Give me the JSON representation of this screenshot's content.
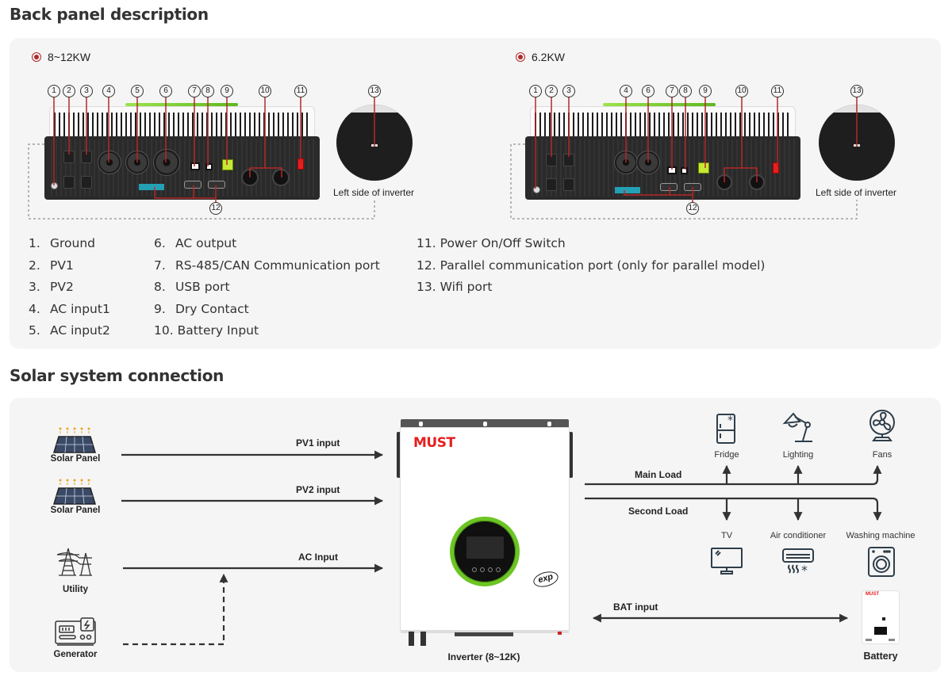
{
  "back_panel": {
    "title": "Back panel description",
    "models": [
      {
        "label": "8~12KW",
        "side_caption": "Left side of inverter",
        "badges": [
          "1",
          "2",
          "3",
          "4",
          "5",
          "6",
          "7",
          "8",
          "9",
          "10",
          "11",
          "12",
          "13"
        ]
      },
      {
        "label": "6.2KW",
        "side_caption": "Left side of inverter",
        "badges": [
          "1",
          "2",
          "3",
          "4",
          "6",
          "7",
          "8",
          "9",
          "10",
          "11",
          "12",
          "13"
        ]
      }
    ],
    "legend": {
      "col1": [
        {
          "num": "1.",
          "text": "Ground"
        },
        {
          "num": "2.",
          "text": "PV1"
        },
        {
          "num": "3.",
          "text": "PV2"
        },
        {
          "num": "4.",
          "text": "AC input1"
        },
        {
          "num": "5.",
          "text": "AC input2"
        }
      ],
      "col2": [
        {
          "num": "6.",
          "text": "AC output"
        },
        {
          "num": "7.",
          "text": "RS-485/CAN Communication port"
        },
        {
          "num": "8.",
          "text": "USB port"
        },
        {
          "num": "9.",
          "text": "Dry Contact"
        },
        {
          "num": "10.",
          "text": "Battery Input"
        }
      ],
      "col3": [
        {
          "num": "11.",
          "text": "Power On/Off Switch"
        },
        {
          "num": "12.",
          "text": "Parallel communication port (only for parallel model)"
        },
        {
          "num": "13.",
          "text": "Wifi port"
        }
      ]
    }
  },
  "solar_connection": {
    "title": "Solar system connection",
    "sources": {
      "solar_panel_1": "Solar Panel",
      "solar_panel_2": "Solar Panel",
      "utility": "Utility",
      "generator": "Generator"
    },
    "arrows": {
      "pv1": "PV1 input",
      "pv2": "PV2 input",
      "ac": "AC Input",
      "main_load": "Main Load",
      "second_load": "Second Load",
      "bat": "BAT input"
    },
    "inverter": {
      "brand": "MUST",
      "badge": "exp",
      "caption": "Inverter (8~12K)"
    },
    "main_loads": [
      "Fridge",
      "Lighting",
      "Fans"
    ],
    "second_loads": [
      "TV",
      "Air conditioner",
      "Washing machine"
    ],
    "battery": {
      "brand": "MUST",
      "caption": "Battery"
    }
  },
  "colors": {
    "accent_red": "#b32828",
    "brand_red": "#e52020",
    "screen_green": "#6cc524",
    "panel_bg": "#f5f5f5",
    "text_dark": "#333333"
  }
}
